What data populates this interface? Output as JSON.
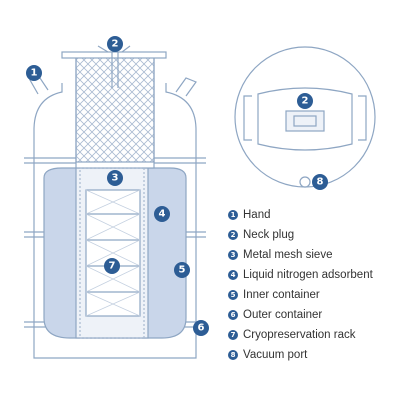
{
  "colors": {
    "outline": "#8ea6c3",
    "accent": "#2d5d95",
    "blue_fill": "#c9d6ea",
    "light_fill": "#eef2f8",
    "text": "#333333"
  },
  "diagram": {
    "callouts": [
      {
        "number": "1",
        "label": "Hand"
      },
      {
        "number": "2",
        "label": "Neck plug"
      },
      {
        "number": "3",
        "label": "Metal mesh sieve"
      },
      {
        "number": "4",
        "label": "Liquid nitrogen adsorbent"
      },
      {
        "number": "5",
        "label": "Inner container"
      },
      {
        "number": "6",
        "label": "Outer container"
      },
      {
        "number": "7",
        "label": "Cryopreservation rack"
      },
      {
        "number": "8",
        "label": "Vacuum port"
      }
    ]
  }
}
